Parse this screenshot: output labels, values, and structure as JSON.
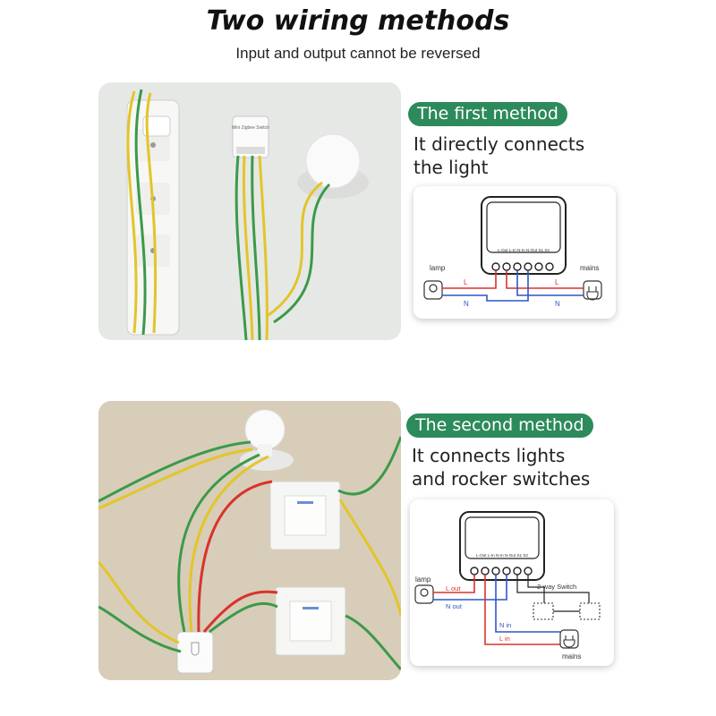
{
  "header": {
    "title": "Two wiring methods",
    "subtitle": "Input and output cannot be reversed"
  },
  "method1": {
    "badge": "The first method",
    "desc_line1": "It directly connects",
    "desc_line2": "the light",
    "diagram": {
      "terminals": "L-Out L-In N-In N-Out S1 S2",
      "lamp_label": "lamp",
      "mains_label": "mains",
      "l_left": "L",
      "l_right": "L",
      "n_left": "N",
      "n_right": "N",
      "device_label": "Mini Zigbee Switch"
    }
  },
  "method2": {
    "badge": "The second method",
    "desc_line1": "It connects lights",
    "desc_line2": "and rocker switches",
    "diagram": {
      "terminals": "L-Out L-In N-In N-Out S1 S2",
      "lamp_label": "lamp",
      "switch_label": "2-way Switch",
      "l_out": "L out",
      "n_out": "N out",
      "n_in": "N in",
      "l_in": "L in",
      "mains_label": "mains"
    }
  },
  "colors": {
    "badge_green": "#2d8a5b",
    "live_red": "#d9332b",
    "neutral_blue": "#2f56c6"
  }
}
